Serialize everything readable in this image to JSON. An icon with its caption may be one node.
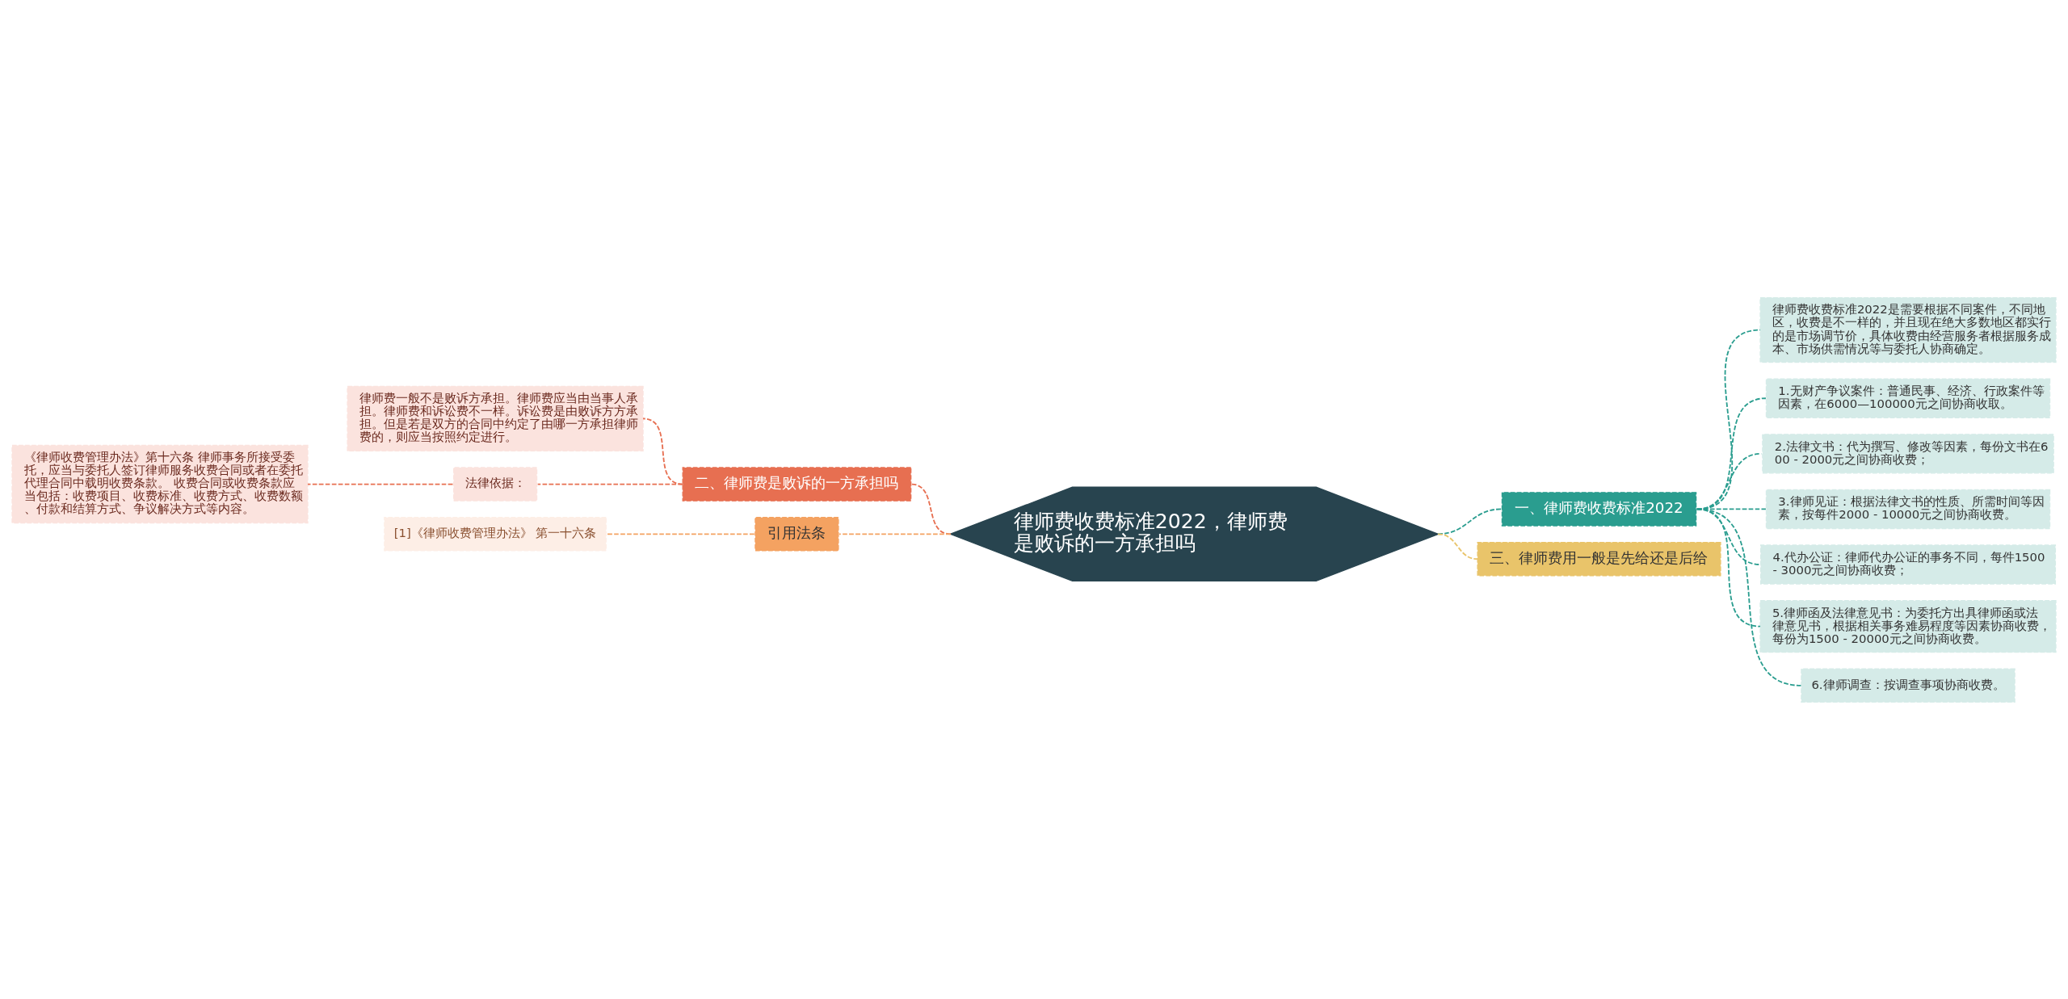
{
  "diagram": {
    "nodes": [
      {
        "text": [
          "律师费收费标准2022，律师费是败诉的一方承担吗"
        ]
      },
      {
        "text": [
          "一、律师费收费标准2022"
        ]
      },
      {
        "text": [
          "律师费收费标准2022是需要根据不同案件，不同地区，收费是不一样的，并且现在绝大多数地区都实行的是市场调节价，具体收费由经营服务者根据服务成本、市场供需情况等与委托人协商确定。"
        ]
      },
      {
        "text": [
          "1.无财产争议案件：普通民事、经济、行政案件等因素，在6000—100000元之间协商收取。"
        ]
      },
      {
        "text": [
          "2.法律文书：代为撰写、修改等因素，每份文书在600 - 2000元之间协商收费；"
        ]
      },
      {
        "text": [
          "3.律师见证：根据法律文书的性质、所需时间等因素，按每件2000 - 10000元之间协商收费。"
        ]
      },
      {
        "text": [
          "4.代办公证：律师代办公证的事务不同，每件1500 - 3000元之间协商收费；"
        ]
      },
      {
        "text": [
          "5.律师函及法律意见书：为委托方出具律师函或法律意见书，根据相关事务难易程度等因素协商收费，每份为1500 - 20000元之间协商收费。"
        ]
      },
      {
        "text": [
          "6.律师调查：按调查事项协商收费。"
        ]
      },
      {
        "text": [
          "三、律师费用一般是先给还是后给"
        ]
      },
      {
        "text": [
          "二、律师费是败诉的一方承担吗"
        ]
      },
      {
        "text": [
          "律师费一般不是败诉方承担。律师费应当由当事人承担。律师费和诉讼费不一样。诉讼费是由败诉方方承担。但是若是双方的合同中约定了由哪一方承担律师费的，则应当按照约定进行。"
        ]
      },
      {
        "text": [
          "法律依据："
        ]
      },
      {
        "text": [
          "《律师收费管理办法》第十六条 律师事务所接受委托，应当与委托人签订律师服务收费合同或者在委托代理合同中载明收费条款。 收费合同或收费条款应当包括：收费项目、收费标准、收费方式、收费数额、付款和结算方式、争议解决方式等内容。"
        ]
      },
      {
        "text": [
          "引用法条"
        ]
      },
      {
        "text": [
          "[1]《律师收费管理办法》 第一十六条"
        ]
      }
    ],
    "edges": [
      {
        "from": 0,
        "to": 1,
        "arrow": "none",
        "style": "dashed"
      },
      {
        "from": 1,
        "to": 2,
        "arrow": "none",
        "style": "dashed"
      },
      {
        "from": 1,
        "to": 3,
        "arrow": "none",
        "style": "dashed"
      },
      {
        "from": 1,
        "to": 4,
        "arrow": "none",
        "style": "dashed"
      },
      {
        "from": 1,
        "to": 5,
        "arrow": "none",
        "style": "dashed"
      },
      {
        "from": 1,
        "to": 6,
        "arrow": "none",
        "style": "dashed"
      },
      {
        "from": 1,
        "to": 7,
        "arrow": "none",
        "style": "dashed"
      },
      {
        "from": 1,
        "to": 8,
        "arrow": "none",
        "style": "dashed"
      },
      {
        "from": 0,
        "to": 9,
        "arrow": "none",
        "style": "dashed",
        "color": "#e9c46a"
      },
      {
        "from": 0,
        "to": 10,
        "arrow": "none",
        "style": "dashed",
        "color": "#e76f51"
      },
      {
        "from": 10,
        "to": 11,
        "arrow": "none",
        "style": "dashed",
        "color": "#e76f51"
      },
      {
        "from": 10,
        "to": 12,
        "arrow": "none",
        "style": "dashed",
        "color": "#e76f51"
      },
      {
        "from": 12,
        "to": 13,
        "arrow": "none",
        "style": "dashed",
        "color": "#e76f51"
      },
      {
        "from": 0,
        "to": 14,
        "arrow": "none",
        "style": "dashed",
        "color": "#f4a261"
      },
      {
        "from": 14,
        "to": 15,
        "arrow": "none",
        "style": "dashed",
        "color": "#f4a261"
      }
    ]
  }
}
